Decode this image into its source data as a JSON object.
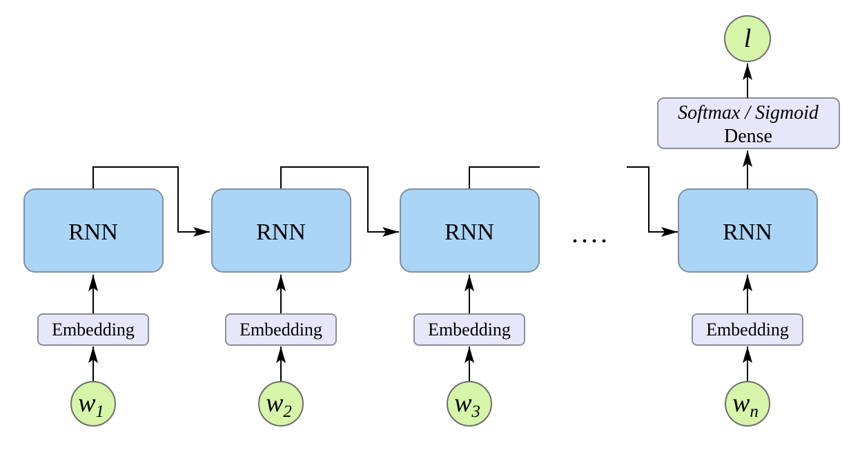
{
  "rnn_label": "RNN",
  "embedding_label": "Embedding",
  "inputs": [
    {
      "base": "w",
      "sub": "1"
    },
    {
      "base": "w",
      "sub": "2"
    },
    {
      "base": "w",
      "sub": "3"
    },
    {
      "base": "w",
      "sub": "n"
    }
  ],
  "ellipsis": "....",
  "dense": {
    "activation": "Softmax / Sigmoid",
    "label": "Dense"
  },
  "output": "l",
  "colors": {
    "rnn_fill": "#abd5f7",
    "embedding_fill": "#e6e7fb",
    "node_fill": "#d6f5a8"
  }
}
